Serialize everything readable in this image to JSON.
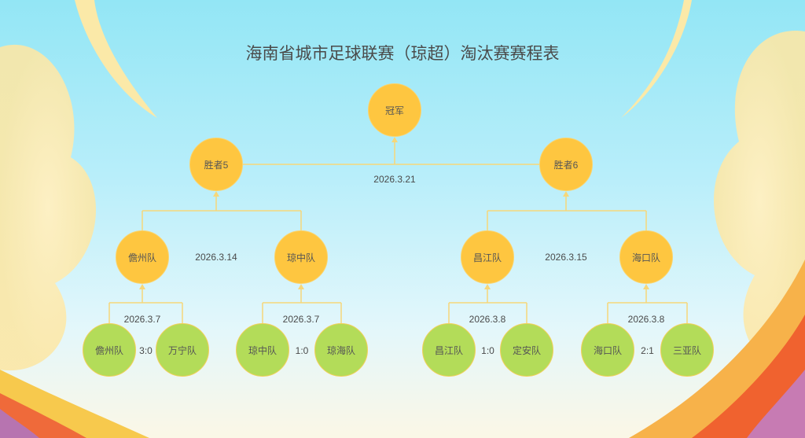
{
  "title": "海南省城市足球联赛（琼超）淘汰赛赛程表",
  "colors": {
    "final_node": "#fec640",
    "first_round_node": "#b3dc59",
    "connector": "#f6d77a"
  },
  "final": {
    "champion": "冠军",
    "date": "2026.3.21"
  },
  "semis": [
    {
      "winner": "胜者5",
      "date": "2026.3.14",
      "teams": [
        "儋州队",
        "琼中队"
      ]
    },
    {
      "winner": "胜者6",
      "date": "2026.3.15",
      "teams": [
        "昌江队",
        "海口队"
      ]
    }
  ],
  "first_round": [
    {
      "date": "2026.3.7",
      "home": "儋州队",
      "away": "万宁队",
      "score": "3:0"
    },
    {
      "date": "2026.3.7",
      "home": "琼中队",
      "away": "琼海队",
      "score": "1:0"
    },
    {
      "date": "2026.3.8",
      "home": "昌江队",
      "away": "定安队",
      "score": "1:0"
    },
    {
      "date": "2026.3.8",
      "home": "海口队",
      "away": "三亚队",
      "score": "2:1"
    }
  ]
}
